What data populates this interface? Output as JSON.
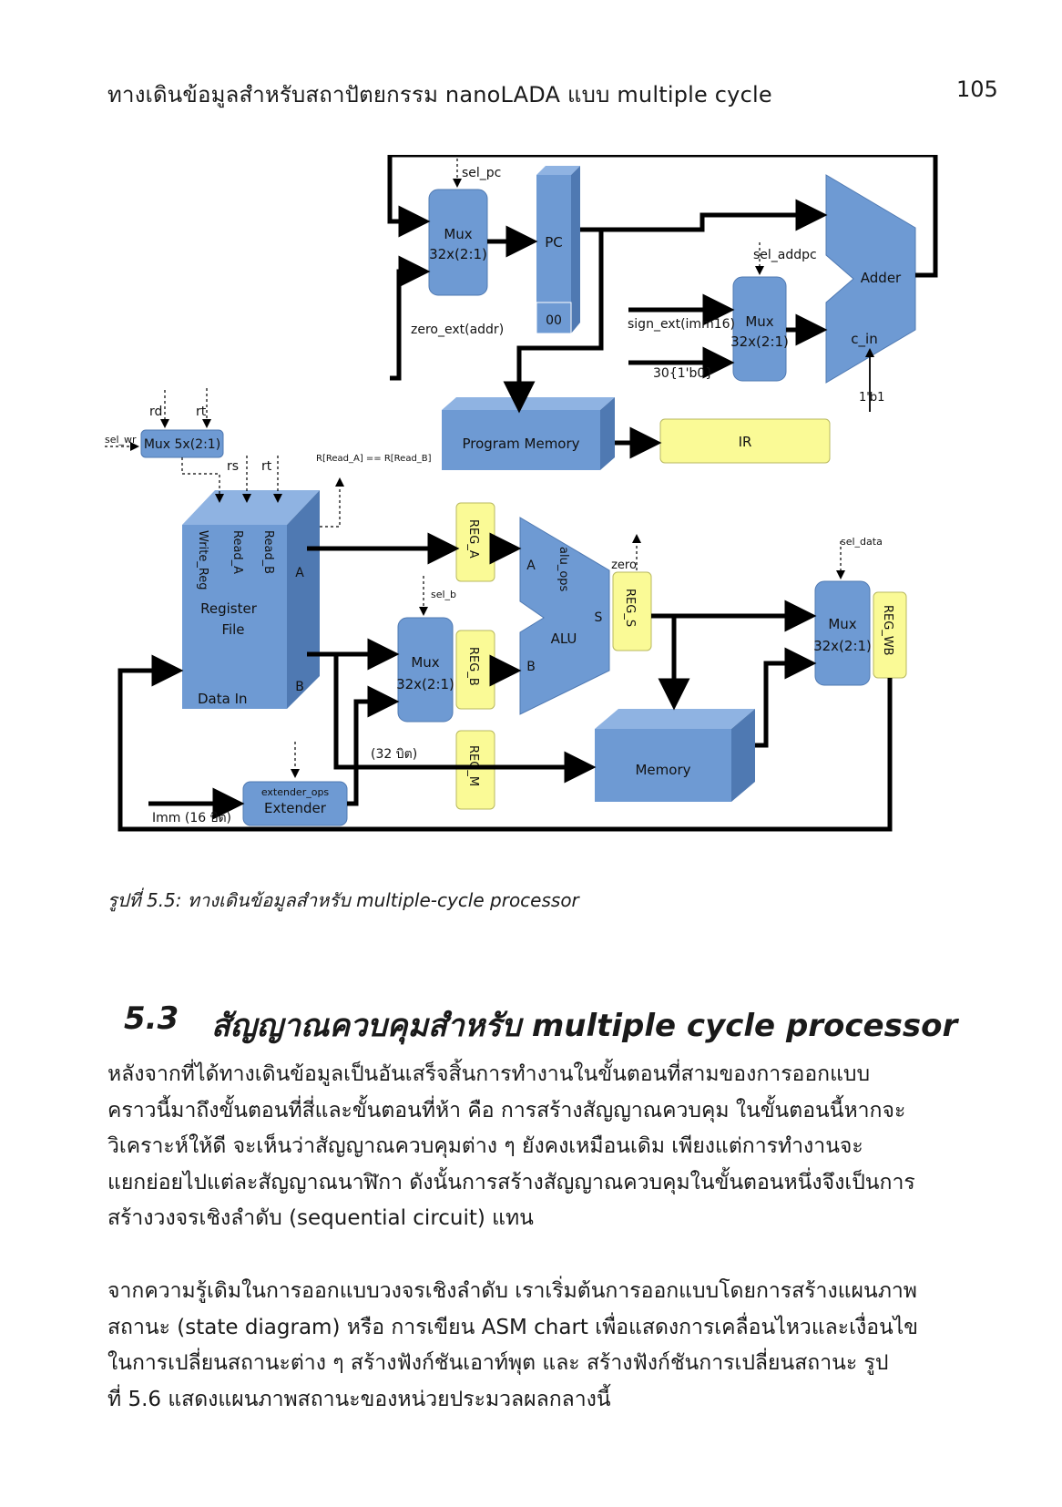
{
  "header": {
    "title": "ทางเดินข้อมูลสำหรับสถาปัตยกรรม nanoLADA  แบบ multiple cycle",
    "page_number": "105"
  },
  "figure": {
    "labels": {
      "sel_pc": "sel_pc",
      "mux_pc_name": "Mux",
      "mux_pc_size": "32x(2:1)",
      "pc": "PC",
      "pc_low": "00",
      "zero_ext": "zero_ext(addr)",
      "sel_addpc": "sel_addpc",
      "adder": "Adder",
      "c_in": "c_in",
      "one_b1": "1'b1",
      "sign_ext": "sign_ext(imm16)",
      "thirty_b0": "30{1'b0}",
      "mux_add_name": "Mux",
      "mux_add_size": "32x(2:1)",
      "prog_mem": "Program Memory",
      "ir": "IR",
      "rd": "rd",
      "rt_top": "rt",
      "sel_wr": "sel_wr",
      "mux5": "Mux  5x(2:1)",
      "rs": "rs",
      "rt": "rt",
      "cmp": "R[Read_A] == R[Read_B]",
      "write_reg": "Write_Reg",
      "read_a": "Read_A",
      "read_b": "Read_B",
      "rf_a": "A",
      "rf_b": "B",
      "register": "Register",
      "file": "File",
      "data_in": "Data In",
      "reg_a": "REG_A",
      "reg_b": "REG_B",
      "reg_m": "REG_M",
      "reg_s": "REG_S",
      "reg_wb": "REG_WB",
      "sel_b": "sel_b",
      "mux_b_name": "Mux",
      "mux_b_size": "32x(2:1)",
      "alu_a": "A",
      "alu_b": "B",
      "alu_ops": "alu_ops",
      "alu": "ALU",
      "alu_s": "S",
      "zero": "zero",
      "sel_data": "sel_data",
      "mux_wb_name": "Mux",
      "mux_wb_size": "32x(2:1)",
      "memory": "Memory",
      "bits32": "(32 บิต)",
      "extender_ops": "extender_ops",
      "extender": "Extender",
      "imm": "Imm (16 บิต)"
    }
  },
  "caption": "รูปที่ 5.5: ทางเดินข้อมูลสำหรับ multiple-cycle processor",
  "section": {
    "number": "5.3",
    "title": "สัญญาณควบคุมสำหรับ multiple cycle processor"
  },
  "paragraphs": {
    "p1": [
      "หลังจากที่ได้ทางเดินข้อมูลเป็นอันเสร็จสิ้นการทำงานในขั้นตอนที่สามของการออกแบบ",
      "คราวนี้มาถึงขั้นตอนที่สี่และขั้นตอนที่ห้า คือ การสร้างสัญญาณควบคุม ในขั้นตอนนี้หากจะ",
      "วิเคราะห์ให้ดี จะเห็นว่าสัญญาณควบคุมต่าง ๆ ยังคงเหมือนเดิม เพียงแต่การทำงานจะ",
      "แยกย่อยไปแต่ละสัญญาณนาฬิกา ดังนั้นการสร้างสัญญาณควบคุมในขั้นตอนหนึ่งจึงเป็นการ",
      "สร้างวงจรเชิงลำดับ (sequential circuit) แทน"
    ],
    "p2": [
      "จากความรู้เดิมในการออกแบบวงจรเชิงลำดับ เราเริ่มต้นการออกแบบโดยการสร้างแผนภาพ",
      "สถานะ (state diagram) หรือ การเขียน ASM chart เพื่อแสดงการเคลื่อนไหวและเงื่อนไข",
      "ในการเปลี่ยนสถานะต่าง ๆ สร้างฟังก์ชันเอาท์พุต และ สร้างฟังก์ชันการเปลี่ยนสถานะ รูป",
      "ที่ 5.6 แสดงแผนภาพสถานะของหน่วยประมวลผลกลางนี้"
    ]
  },
  "colors": {
    "block_fill": "#6e9ad3",
    "block_side": "#4f79b2",
    "block_top": "#8fb3e2",
    "register_fill": "#fafa96",
    "wire": "#000000"
  }
}
